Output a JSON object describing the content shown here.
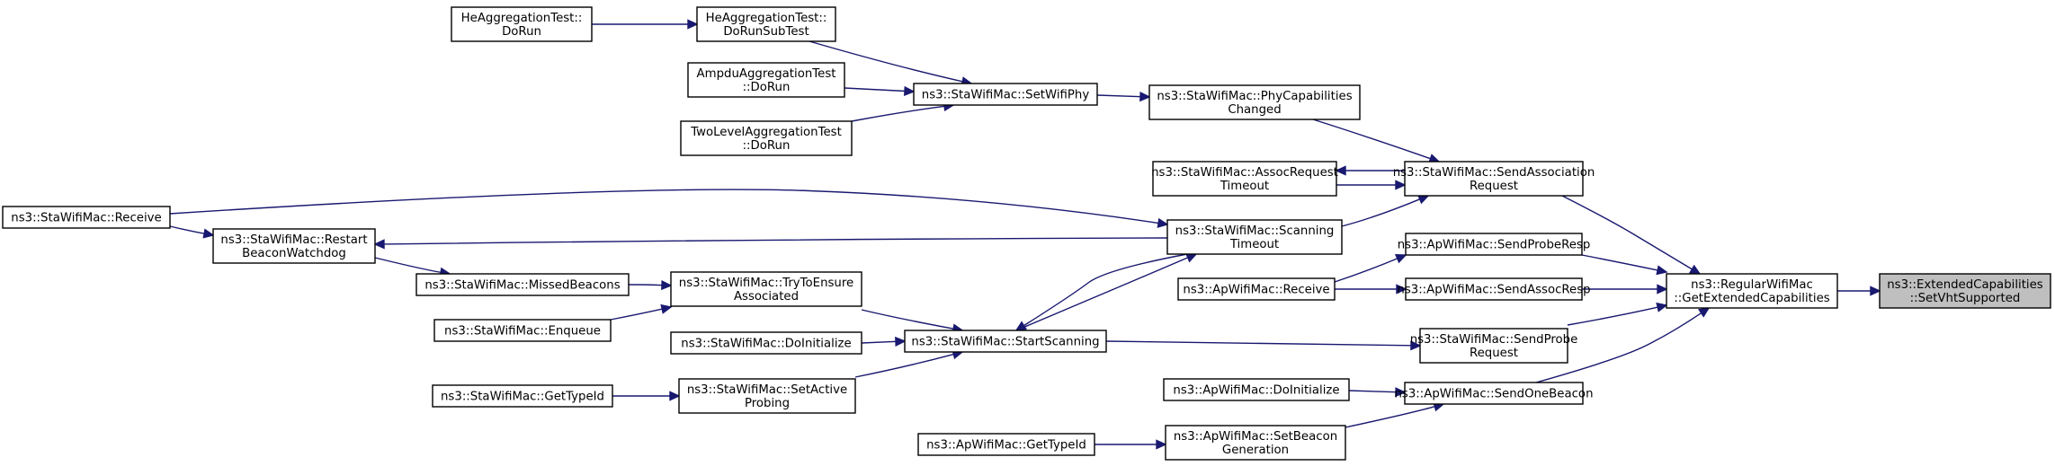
{
  "graph": {
    "edge_color": "#191970",
    "highlight_fill": "#bfbfbf",
    "nodes": [
      {
        "id": "ext_setvht",
        "lines": [
          "ns3::ExtendedCapabilities",
          "::SetVhtSupported"
        ],
        "highlight": true,
        "interactable": false
      },
      {
        "id": "regular_getext",
        "lines": [
          "ns3::RegularWifiMac",
          "::GetExtendedCapabilities"
        ]
      },
      {
        "id": "sta_sendassoc",
        "lines": [
          "ns3::StaWifiMac::SendAssociation",
          "Request"
        ]
      },
      {
        "id": "ap_sendproberesp",
        "lines": [
          "ns3::ApWifiMac::SendProbeResp"
        ]
      },
      {
        "id": "ap_sendassocresp",
        "lines": [
          "ns3::ApWifiMac::SendAssocResp"
        ]
      },
      {
        "id": "sta_sendprobe",
        "lines": [
          "ns3::StaWifiMac::SendProbe",
          "Request"
        ]
      },
      {
        "id": "ap_sendonebeacon",
        "lines": [
          "ns3::ApWifiMac::SendOneBeacon"
        ]
      },
      {
        "id": "sta_phycap",
        "lines": [
          "ns3::StaWifiMac::PhyCapabilities",
          "Changed"
        ]
      },
      {
        "id": "sta_assoctimeout",
        "lines": [
          "ns3::StaWifiMac::AssocRequest",
          "Timeout"
        ]
      },
      {
        "id": "sta_scantimeout",
        "lines": [
          "ns3::StaWifiMac::Scanning",
          "Timeout"
        ]
      },
      {
        "id": "ap_receive",
        "lines": [
          "ns3::ApWifiMac::Receive"
        ]
      },
      {
        "id": "ap_doinit",
        "lines": [
          "ns3::ApWifiMac::DoInitialize"
        ]
      },
      {
        "id": "ap_setbeacon",
        "lines": [
          "ns3::ApWifiMac::SetBeacon",
          "Generation"
        ]
      },
      {
        "id": "ap_gettypeid",
        "lines": [
          "ns3::ApWifiMac::GetTypeId"
        ]
      },
      {
        "id": "sta_setwifiphy",
        "lines": [
          "ns3::StaWifiMac::SetWifiPhy"
        ]
      },
      {
        "id": "sta_startscan",
        "lines": [
          "ns3::StaWifiMac::StartScanning"
        ]
      },
      {
        "id": "he_dorunsub",
        "lines": [
          "HeAggregationTest::",
          "DoRunSubTest"
        ]
      },
      {
        "id": "ampdu_dorun",
        "lines": [
          "AmpduAggregationTest",
          "::DoRun"
        ]
      },
      {
        "id": "twolevel_dorun",
        "lines": [
          "TwoLevelAggregationTest",
          "::DoRun"
        ]
      },
      {
        "id": "he_dorun",
        "lines": [
          "HeAggregationTest::",
          "DoRun"
        ]
      },
      {
        "id": "sta_receive",
        "lines": [
          "ns3::StaWifiMac::Receive"
        ]
      },
      {
        "id": "sta_restartbw",
        "lines": [
          "ns3::StaWifiMac::Restart",
          "BeaconWatchdog"
        ]
      },
      {
        "id": "sta_trytoensure",
        "lines": [
          "ns3::StaWifiMac::TryToEnsure",
          "Associated"
        ]
      },
      {
        "id": "sta_doinit",
        "lines": [
          "ns3::StaWifiMac::DoInitialize"
        ]
      },
      {
        "id": "sta_setactive",
        "lines": [
          "ns3::StaWifiMac::SetActive",
          "Probing"
        ]
      },
      {
        "id": "sta_missed",
        "lines": [
          "ns3::StaWifiMac::MissedBeacons"
        ]
      },
      {
        "id": "sta_enqueue",
        "lines": [
          "ns3::StaWifiMac::Enqueue"
        ]
      },
      {
        "id": "sta_gettypeid",
        "lines": [
          "ns3::StaWifiMac::GetTypeId"
        ]
      }
    ],
    "edges": [
      {
        "from": "regular_getext",
        "to": "ext_setvht"
      },
      {
        "from": "sta_sendassoc",
        "to": "regular_getext"
      },
      {
        "from": "ap_sendproberesp",
        "to": "regular_getext"
      },
      {
        "from": "ap_sendassocresp",
        "to": "regular_getext"
      },
      {
        "from": "sta_sendprobe",
        "to": "regular_getext"
      },
      {
        "from": "ap_sendonebeacon",
        "to": "regular_getext"
      },
      {
        "from": "sta_phycap",
        "to": "sta_sendassoc"
      },
      {
        "from": "sta_assoctimeout",
        "to": "sta_sendassoc"
      },
      {
        "from": "sta_sendassoc",
        "to": "sta_assoctimeout"
      },
      {
        "from": "sta_scantimeout",
        "to": "sta_sendassoc"
      },
      {
        "from": "sta_receive",
        "to": "sta_scantimeout"
      },
      {
        "from": "sta_startscan",
        "to": "sta_scantimeout"
      },
      {
        "from": "sta_scantimeout",
        "to": "sta_startscan"
      },
      {
        "from": "sta_scantimeout",
        "to": "sta_restartbw"
      },
      {
        "from": "sta_receive",
        "to": "sta_restartbw"
      },
      {
        "from": "ap_receive",
        "to": "ap_sendproberesp"
      },
      {
        "from": "ap_receive",
        "to": "ap_sendassocresp"
      },
      {
        "from": "sta_startscan",
        "to": "sta_sendprobe"
      },
      {
        "from": "ap_doinit",
        "to": "ap_sendonebeacon"
      },
      {
        "from": "ap_setbeacon",
        "to": "ap_sendonebeacon"
      },
      {
        "from": "ap_gettypeid",
        "to": "ap_setbeacon"
      },
      {
        "from": "sta_setwifiphy",
        "to": "sta_phycap"
      },
      {
        "from": "he_dorunsub",
        "to": "sta_setwifiphy"
      },
      {
        "from": "ampdu_dorun",
        "to": "sta_setwifiphy"
      },
      {
        "from": "twolevel_dorun",
        "to": "sta_setwifiphy"
      },
      {
        "from": "he_dorun",
        "to": "he_dorunsub"
      },
      {
        "from": "sta_trytoensure",
        "to": "sta_startscan"
      },
      {
        "from": "sta_doinit",
        "to": "sta_startscan"
      },
      {
        "from": "sta_setactive",
        "to": "sta_startscan"
      },
      {
        "from": "sta_missed",
        "to": "sta_trytoensure"
      },
      {
        "from": "sta_enqueue",
        "to": "sta_trytoensure"
      },
      {
        "from": "sta_restartbw",
        "to": "sta_missed"
      },
      {
        "from": "sta_gettypeid",
        "to": "sta_setactive"
      }
    ]
  }
}
